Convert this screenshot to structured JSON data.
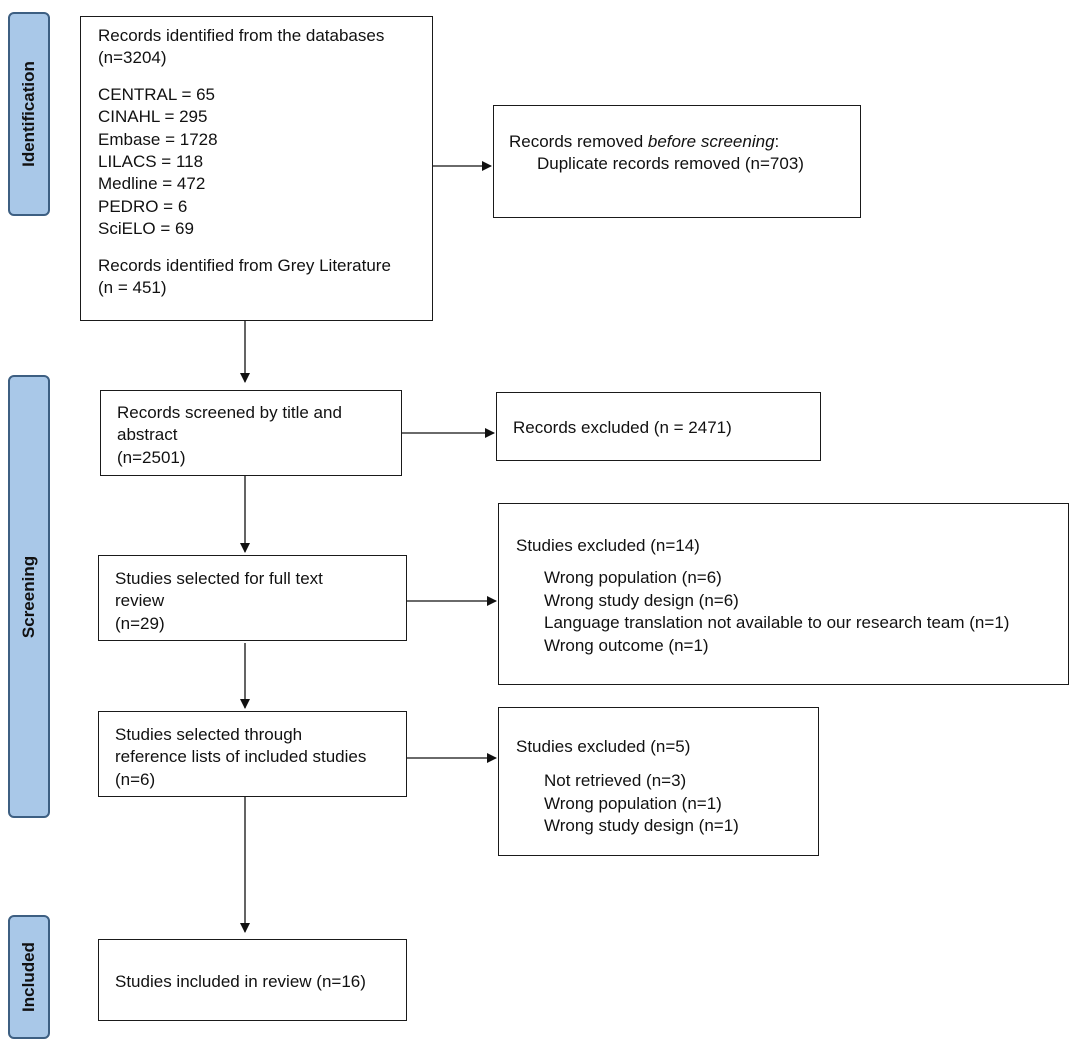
{
  "phases": {
    "identification": "Identification",
    "screening": "Screening",
    "included": "Included"
  },
  "identification_box": {
    "db_line1": "Records identified from the databases",
    "db_line2": "(n=3204)",
    "databases": [
      "CENTRAL = 65",
      "CINAHL = 295",
      "Embase = 1728",
      "LILACS = 118",
      "Medline = 472",
      "PEDRO = 6",
      "SciELO = 69"
    ],
    "grey_line1": "Records identified from Grey Literature",
    "grey_line2": "(n = 451)"
  },
  "removed_box": {
    "title_prefix": "Records removed ",
    "title_emphasis": "before screening",
    "title_suffix": ":",
    "detail": "Duplicate records removed (n=703)"
  },
  "screened_box": {
    "line1": "Records screened by title and",
    "line2": "abstract",
    "line3": "(n=2501)"
  },
  "excluded_records_box": {
    "text": "Records excluded (n = 2471)"
  },
  "fulltext_box": {
    "line1": "Studies selected for full text",
    "line2": "review",
    "line3": "(n=29)"
  },
  "excluded_fulltext_box": {
    "title": "Studies excluded (n=14)",
    "reasons": [
      "Wrong population (n=6)",
      "Wrong study design (n=6)",
      "Language translation not available to our research team (n=1)",
      "Wrong outcome (n=1)"
    ]
  },
  "reference_box": {
    "line1": "Studies selected through",
    "line2": "reference lists of included studies",
    "line3": "(n=6)"
  },
  "excluded_reference_box": {
    "title": "Studies excluded (n=5)",
    "reasons": [
      "Not retrieved (n=3)",
      "Wrong population (n=1)",
      "Wrong study design (n=1)"
    ]
  },
  "included_box": {
    "text": "Studies included in review (n=16)"
  },
  "colors": {
    "phase_fill": "#a9c8e8",
    "phase_border": "#3d5f82",
    "box_border": "#1a1a1a",
    "arrow": "#111111"
  }
}
